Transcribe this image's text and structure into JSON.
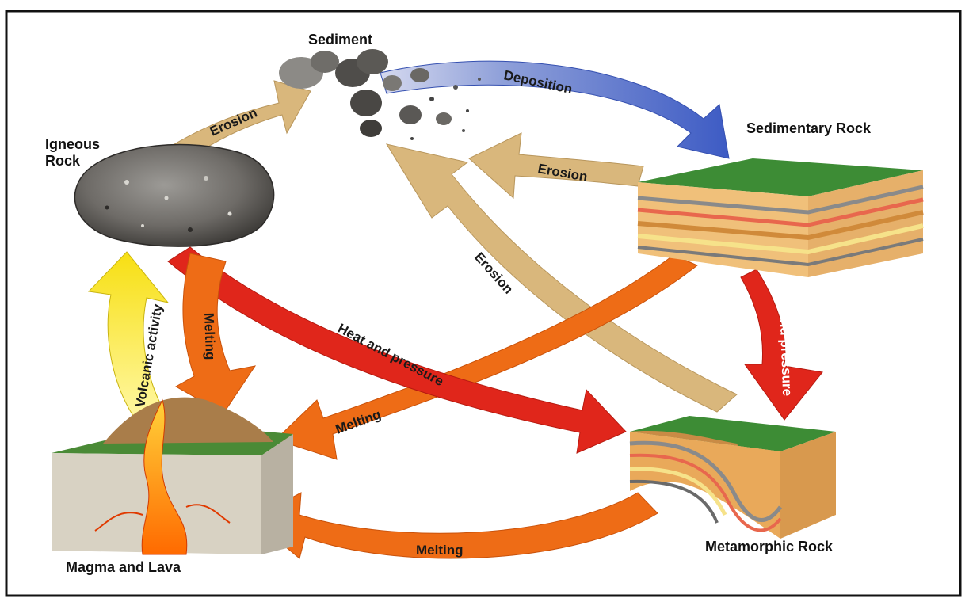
{
  "nodes": {
    "sediment": "Sediment",
    "igneous": "Igneous\nRock",
    "sedimentary": "Sedimentary Rock",
    "metamorphic": "Metamorphic Rock",
    "magma": "Magma and Lava"
  },
  "processes": {
    "erosion_igneous": "Erosion",
    "deposition": "Deposition",
    "erosion_sedimentary": "Erosion",
    "erosion_metamorphic": "Erosion",
    "heat_pressure_igneous": "Heat and pressure",
    "heat_pressure_sedimentary": "Heat and pressure",
    "melting_igneous": "Melting",
    "melting_sedimentary": "Melting",
    "melting_metamorphic": "Melting",
    "volcanic_activity": "Volcanic activity"
  },
  "colors": {
    "erosion": "#d9b77c",
    "deposition": "#5b74c9",
    "heat": "#e0261b",
    "melting": "#ee6c16",
    "volcanic": "#f6e21a"
  }
}
